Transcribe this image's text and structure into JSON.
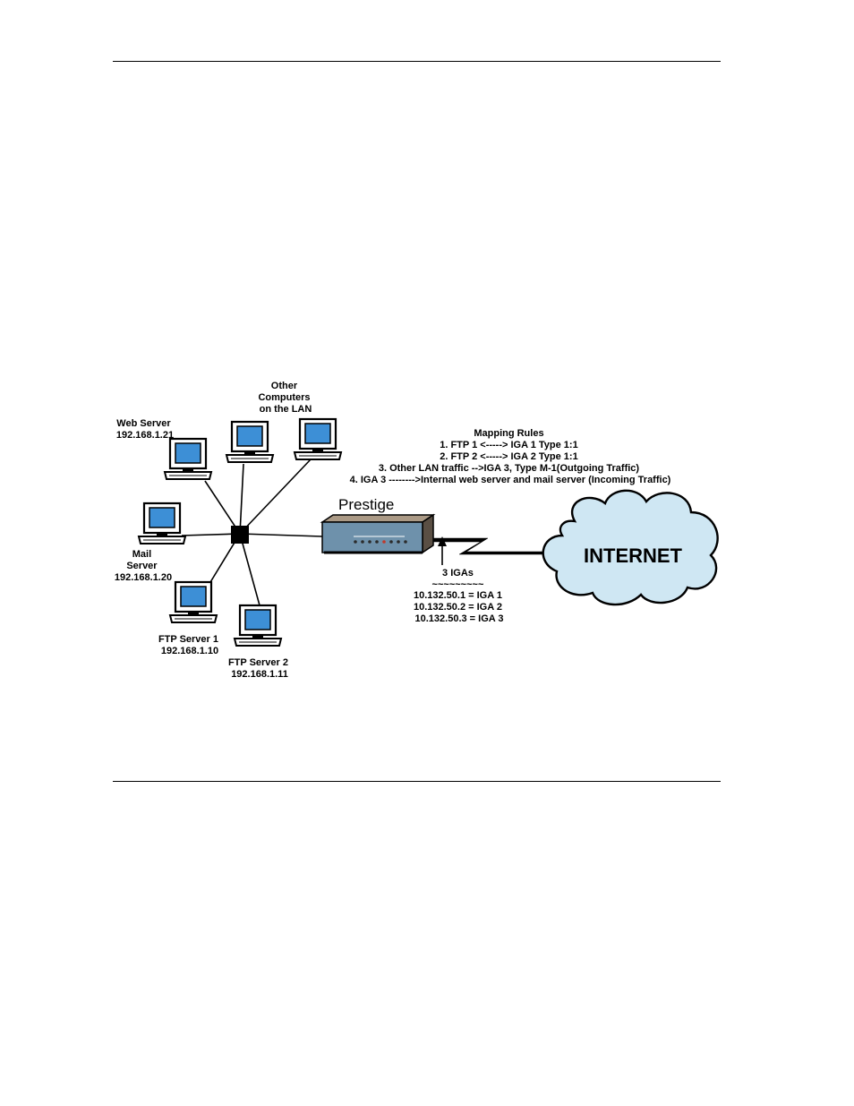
{
  "diagram": {
    "nodes": {
      "web_server": {
        "lines": [
          "Web Server",
          "192.168.1.21"
        ]
      },
      "other_computers": {
        "lines": [
          "Other",
          "Computers",
          "on the LAN"
        ]
      },
      "mail_server": {
        "lines": [
          "Mail",
          "Server",
          "192.168.1.20"
        ]
      },
      "ftp_server_1": {
        "lines": [
          "FTP Server 1",
          "192.168.1.10"
        ]
      },
      "ftp_server_2": {
        "lines": [
          "FTP Server 2",
          "192.168.1.11"
        ]
      },
      "prestige": {
        "label": "Prestige"
      },
      "internet": {
        "label": "INTERNET"
      }
    },
    "mapping_rules": {
      "title": "Mapping Rules",
      "rules": [
        "1. FTP 1 <-----> IGA 1 Type 1:1",
        "2. FTP 2 <-----> IGA 2 Type 1:1",
        "3. Other LAN traffic -->IGA 3, Type M-1(Outgoing Traffic)",
        "4. IGA 3 -------->Internal web server and mail server (Incoming Traffic)"
      ]
    },
    "igas": {
      "title": "3 IGAs",
      "separator": "~~~~~~~~~",
      "entries": [
        "10.132.50.1 = IGA 1",
        "10.132.50.2 = IGA 2",
        "10.132.50.3 = IGA 3"
      ]
    }
  },
  "colors": {
    "screen": "#3d8fd6",
    "monitor": "#ffffff",
    "router_top": "#ab9a86",
    "router_front": "#6e91ab",
    "router_side": "#5a4f44",
    "cloud": "#cfe7f3"
  },
  "icons": [
    "computer-icon",
    "hub-icon",
    "router-icon",
    "cloud-icon",
    "lightning-link-icon",
    "up-arrow-icon"
  ]
}
